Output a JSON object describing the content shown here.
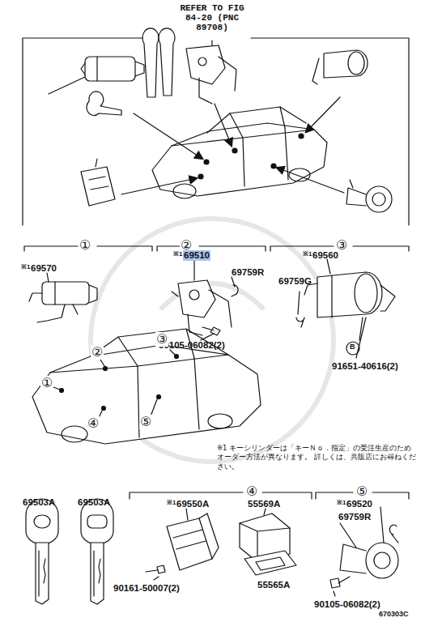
{
  "diagram": {
    "labels": [
      "REFER TO FIG 84-20 (PNC 89708)",
      "①",
      "②",
      "③",
      "※1",
      "69510",
      "※1",
      "69560",
      "※1",
      "69570",
      "69759R",
      "69759G",
      "90105-06082(2)",
      "B",
      "91651-40616(2)",
      "③",
      "②",
      "①",
      "⑤",
      "④",
      "※1 キーシリンダーは「キーＮｏ．指定」の受注生産のため オーダー方法が異なります。 詳しくは、共販店にお尋ねください。",
      "69503A",
      "69503A",
      "④",
      "⑤",
      "※1",
      "69550A",
      "55569A",
      "※1",
      "69520",
      "69759R",
      "55565A",
      "90161-50007(2)",
      "90105-06082(2)",
      "670303C"
    ]
  }
}
